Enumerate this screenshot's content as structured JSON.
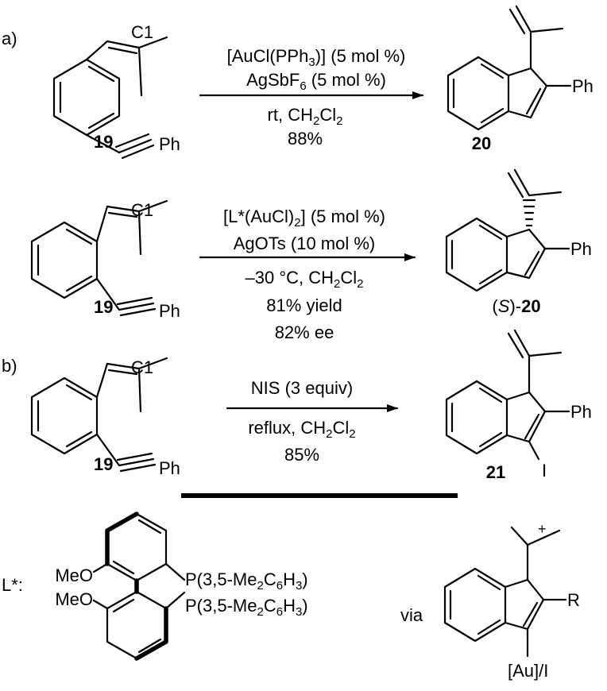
{
  "colors": {
    "ink": "#000000",
    "background": "#ffffff"
  },
  "part_a": {
    "label": "a)",
    "reaction1": {
      "reactant": {
        "atom_label": "C1",
        "compound_id": "19",
        "substituent": "Ph"
      },
      "conditions": {
        "line1": {
          "pre": "[AuCl(PPh",
          "sub": "3",
          "post": ")] (5 mol %)"
        },
        "line2": {
          "pre": "AgSbF",
          "sub": "6",
          "post": " (5 mol %)"
        },
        "line3": {
          "pre": "rt, CH",
          "sub": "2",
          "mid": "Cl",
          "sub2": "2"
        },
        "line4": "88%"
      },
      "product": {
        "compound_id": "20",
        "substituent": "Ph"
      }
    },
    "reaction2": {
      "reactant": {
        "atom_label": "C1",
        "compound_id": "19",
        "substituent": "Ph"
      },
      "conditions": {
        "line1": {
          "pre": "[L*(AuCl)",
          "sub": "2",
          "post": "] (5 mol %)"
        },
        "line2": "AgOTs (10 mol %)",
        "line3": {
          "pre": "–30 °C, CH",
          "sub": "2",
          "mid": "Cl",
          "sub2": "2"
        },
        "line4": "81% yield",
        "line5": "82% ee"
      },
      "product": {
        "stereo_prefix": "(",
        "stereo_letter": "S",
        "stereo_suffix": ")-",
        "compound_id": "20",
        "substituent": "Ph"
      }
    }
  },
  "part_b": {
    "label": "b)",
    "reactant": {
      "atom_label": "C1",
      "compound_id": "19",
      "substituent": "Ph"
    },
    "conditions": {
      "line1": "NIS (3 equiv)",
      "line2": {
        "pre": "reflux, CH",
        "sub": "2",
        "mid": "Cl",
        "sub2": "2"
      },
      "line3": "85%"
    },
    "product": {
      "compound_id": "21",
      "substituent": "Ph",
      "halogen": "I"
    }
  },
  "ligand": {
    "label": "L*:",
    "ome_top": "MeO",
    "ome_bottom": "MeO",
    "phosphine_top": {
      "pre": "P(3,5-Me",
      "sub1": "2",
      "mid": "C",
      "sub2": "6",
      "post": "H",
      "sub3": "3",
      "end": ")"
    },
    "phosphine_bottom": {
      "pre": "P(3,5-Me",
      "sub1": "2",
      "mid": "C",
      "sub2": "6",
      "post": "H",
      "sub3": "3",
      "end": ")"
    }
  },
  "intermediate": {
    "via_label": "via",
    "charge": "+",
    "substituent": "R",
    "metal_label": "[Au]/I"
  }
}
